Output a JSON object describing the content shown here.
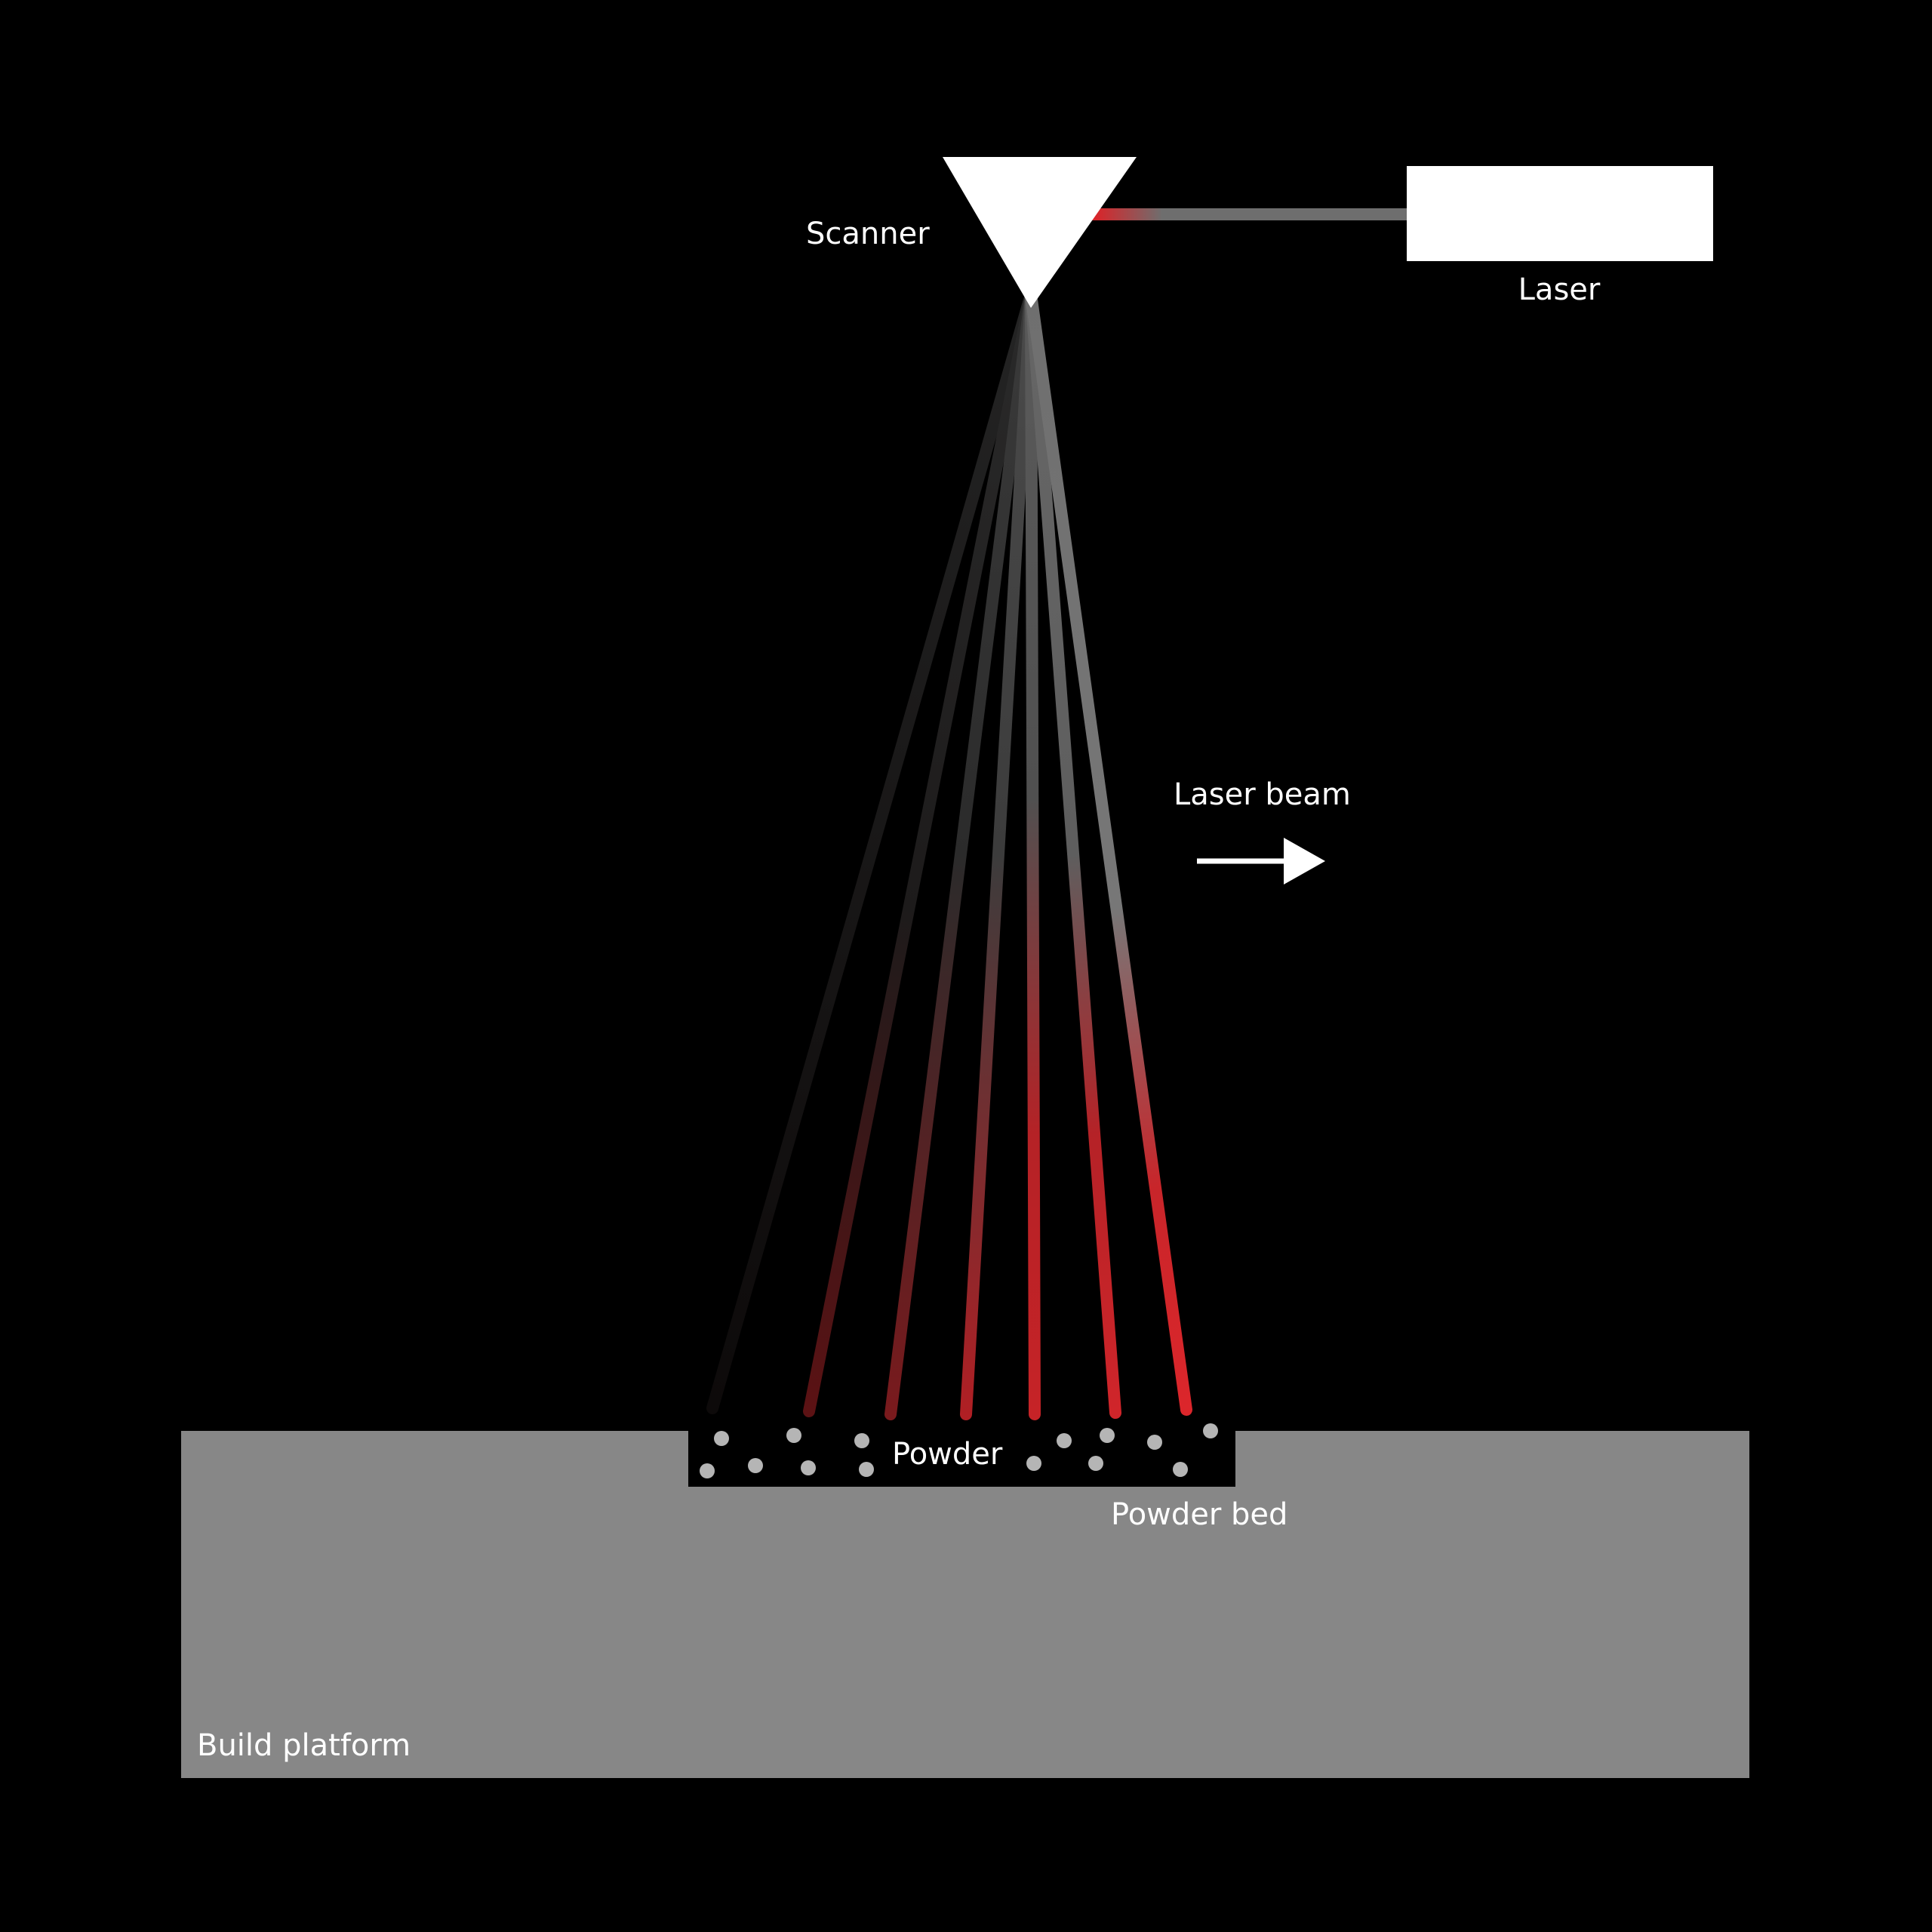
{
  "labels": {
    "scanner": "Scanner",
    "laser": "Laser",
    "laser_beam": "Laser beam",
    "powder": "Powder",
    "powder_bed": "Powder bed",
    "build_platform": "Build platform"
  },
  "colors": {
    "background": "#000000",
    "white": "#ffffff",
    "platform": "#878787",
    "laser_red": "#d9252a",
    "beam_gray": "#6e6e6e",
    "powder_dot": "#b5b5b5"
  },
  "icons": [
    "scanner-triangle",
    "laser-box",
    "direction-arrow-icon"
  ]
}
